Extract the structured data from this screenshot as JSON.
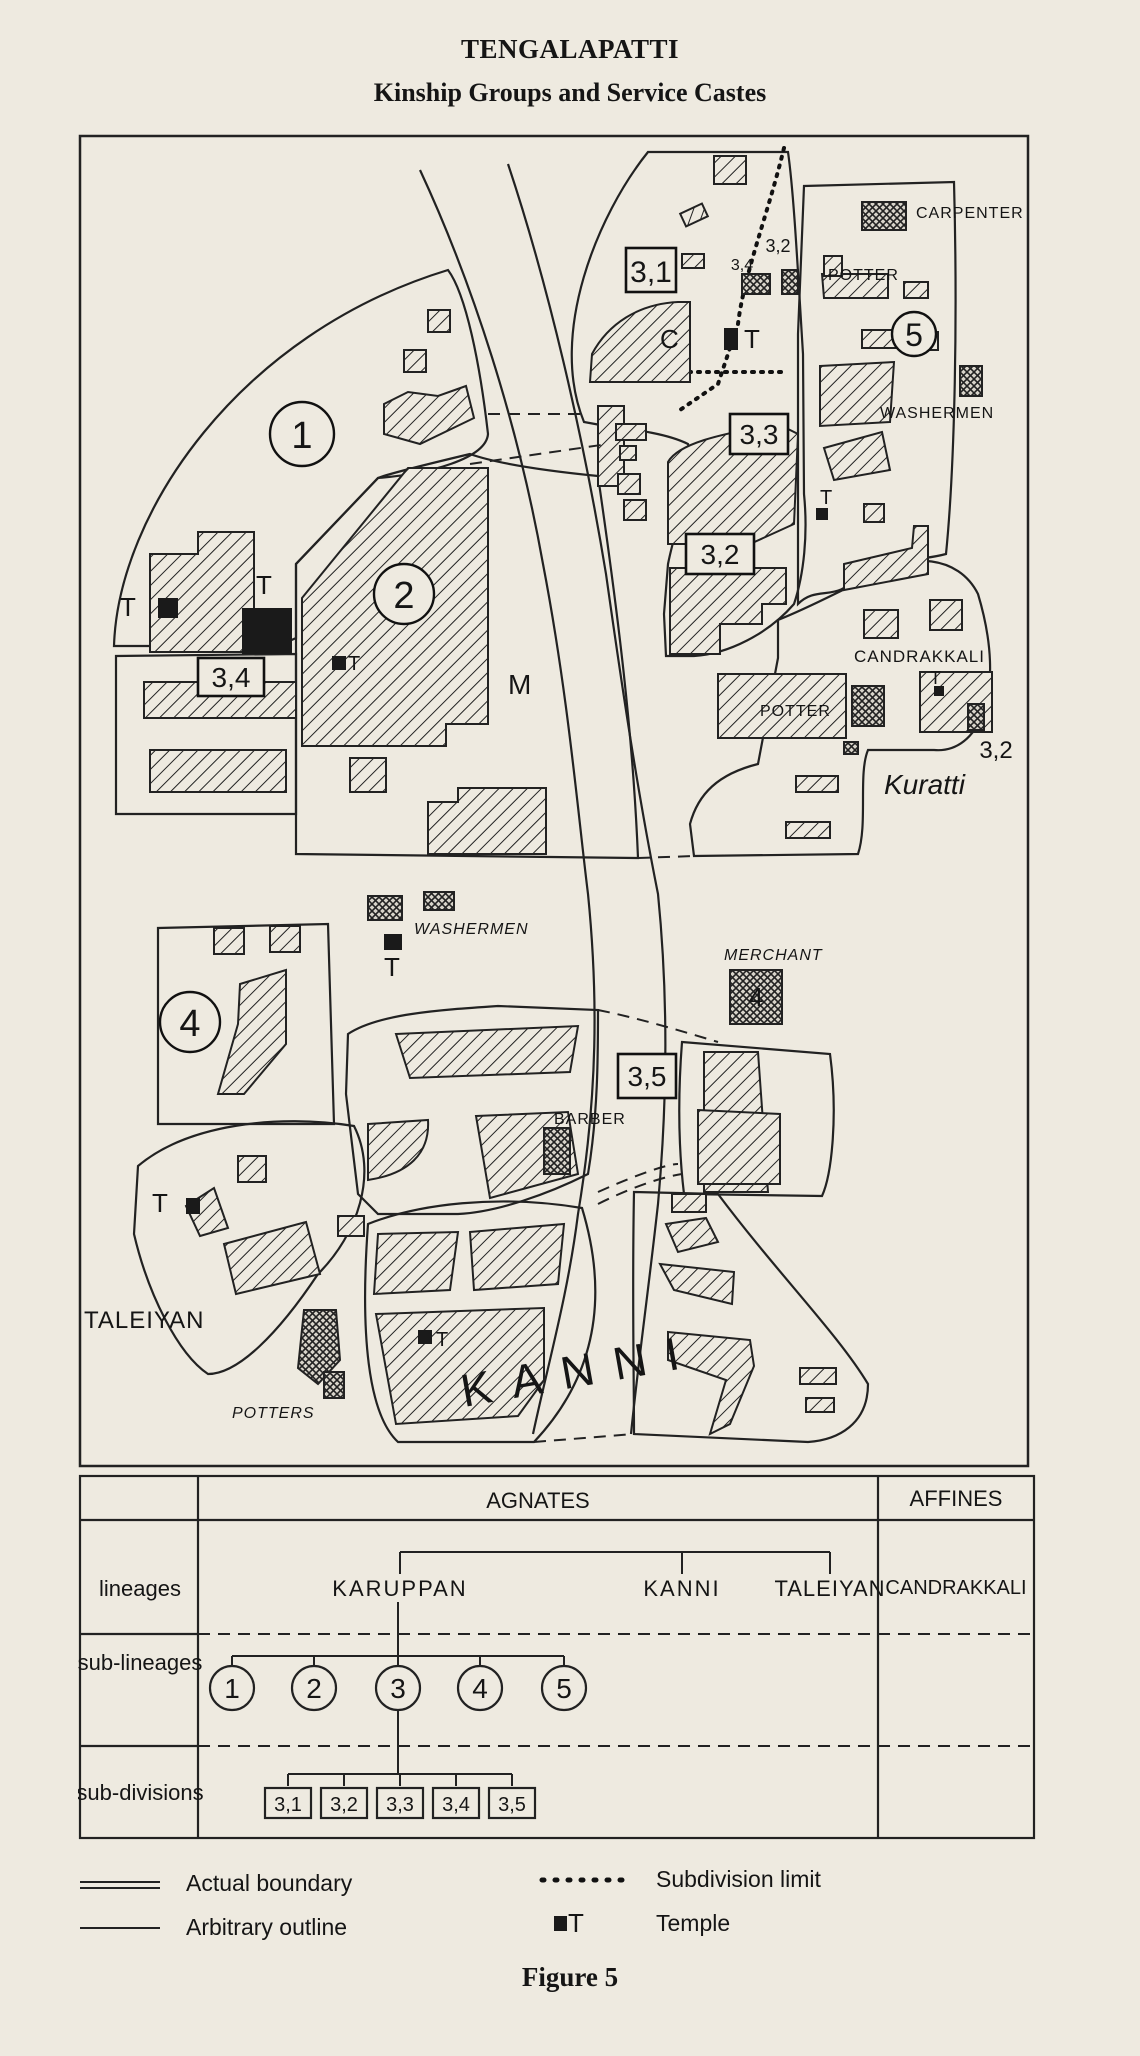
{
  "header": {
    "title": "TENGALAPATTI",
    "subtitle": "Kinship Groups and Service Castes"
  },
  "map": {
    "sublineages": [
      "1",
      "2",
      "4",
      "5"
    ],
    "subdivisions": [
      "3,1",
      "3,2",
      "3,3",
      "3,4",
      "3,5"
    ],
    "service_castes": {
      "carpenter": "CARPENTER",
      "potter": "POTTER",
      "washermen": "WASHERMEN",
      "merchant": "MERCHANT",
      "barber": "BARBER",
      "potters": "POTTERS"
    },
    "lineage_areas": {
      "candrakkali": "CANDRAKKALI",
      "taleiyan": "TALEIYAN",
      "kanni": "KANNI"
    },
    "markers": {
      "temple": "T",
      "m": "M",
      "c": "C",
      "merchant_number": "4",
      "subdivision_32_label": "3,2"
    },
    "kuratti": "Kuratti"
  },
  "table": {
    "headers": {
      "agnates": "AGNATES",
      "affines": "AFFINES"
    },
    "row_labels": {
      "lineages": "lineages",
      "sublineages": "sub-lineages",
      "subdivisions": "sub-divisions"
    },
    "lineages": [
      "KARUPPAN",
      "KANNI",
      "TALEIYAN"
    ],
    "affine_lineage": "CANDRAKKALI",
    "sublineages": [
      "1",
      "2",
      "3",
      "4",
      "5"
    ],
    "subdivisions": [
      "3,1",
      "3,2",
      "3,3",
      "3,4",
      "3,5"
    ]
  },
  "legend": {
    "actual_boundary": "Actual boundary",
    "arbitrary_outline": "Arbitrary outline",
    "subdivision_limit": "Subdivision limit",
    "temple_symbol": "T",
    "temple": "Temple"
  },
  "caption": "Figure 5"
}
